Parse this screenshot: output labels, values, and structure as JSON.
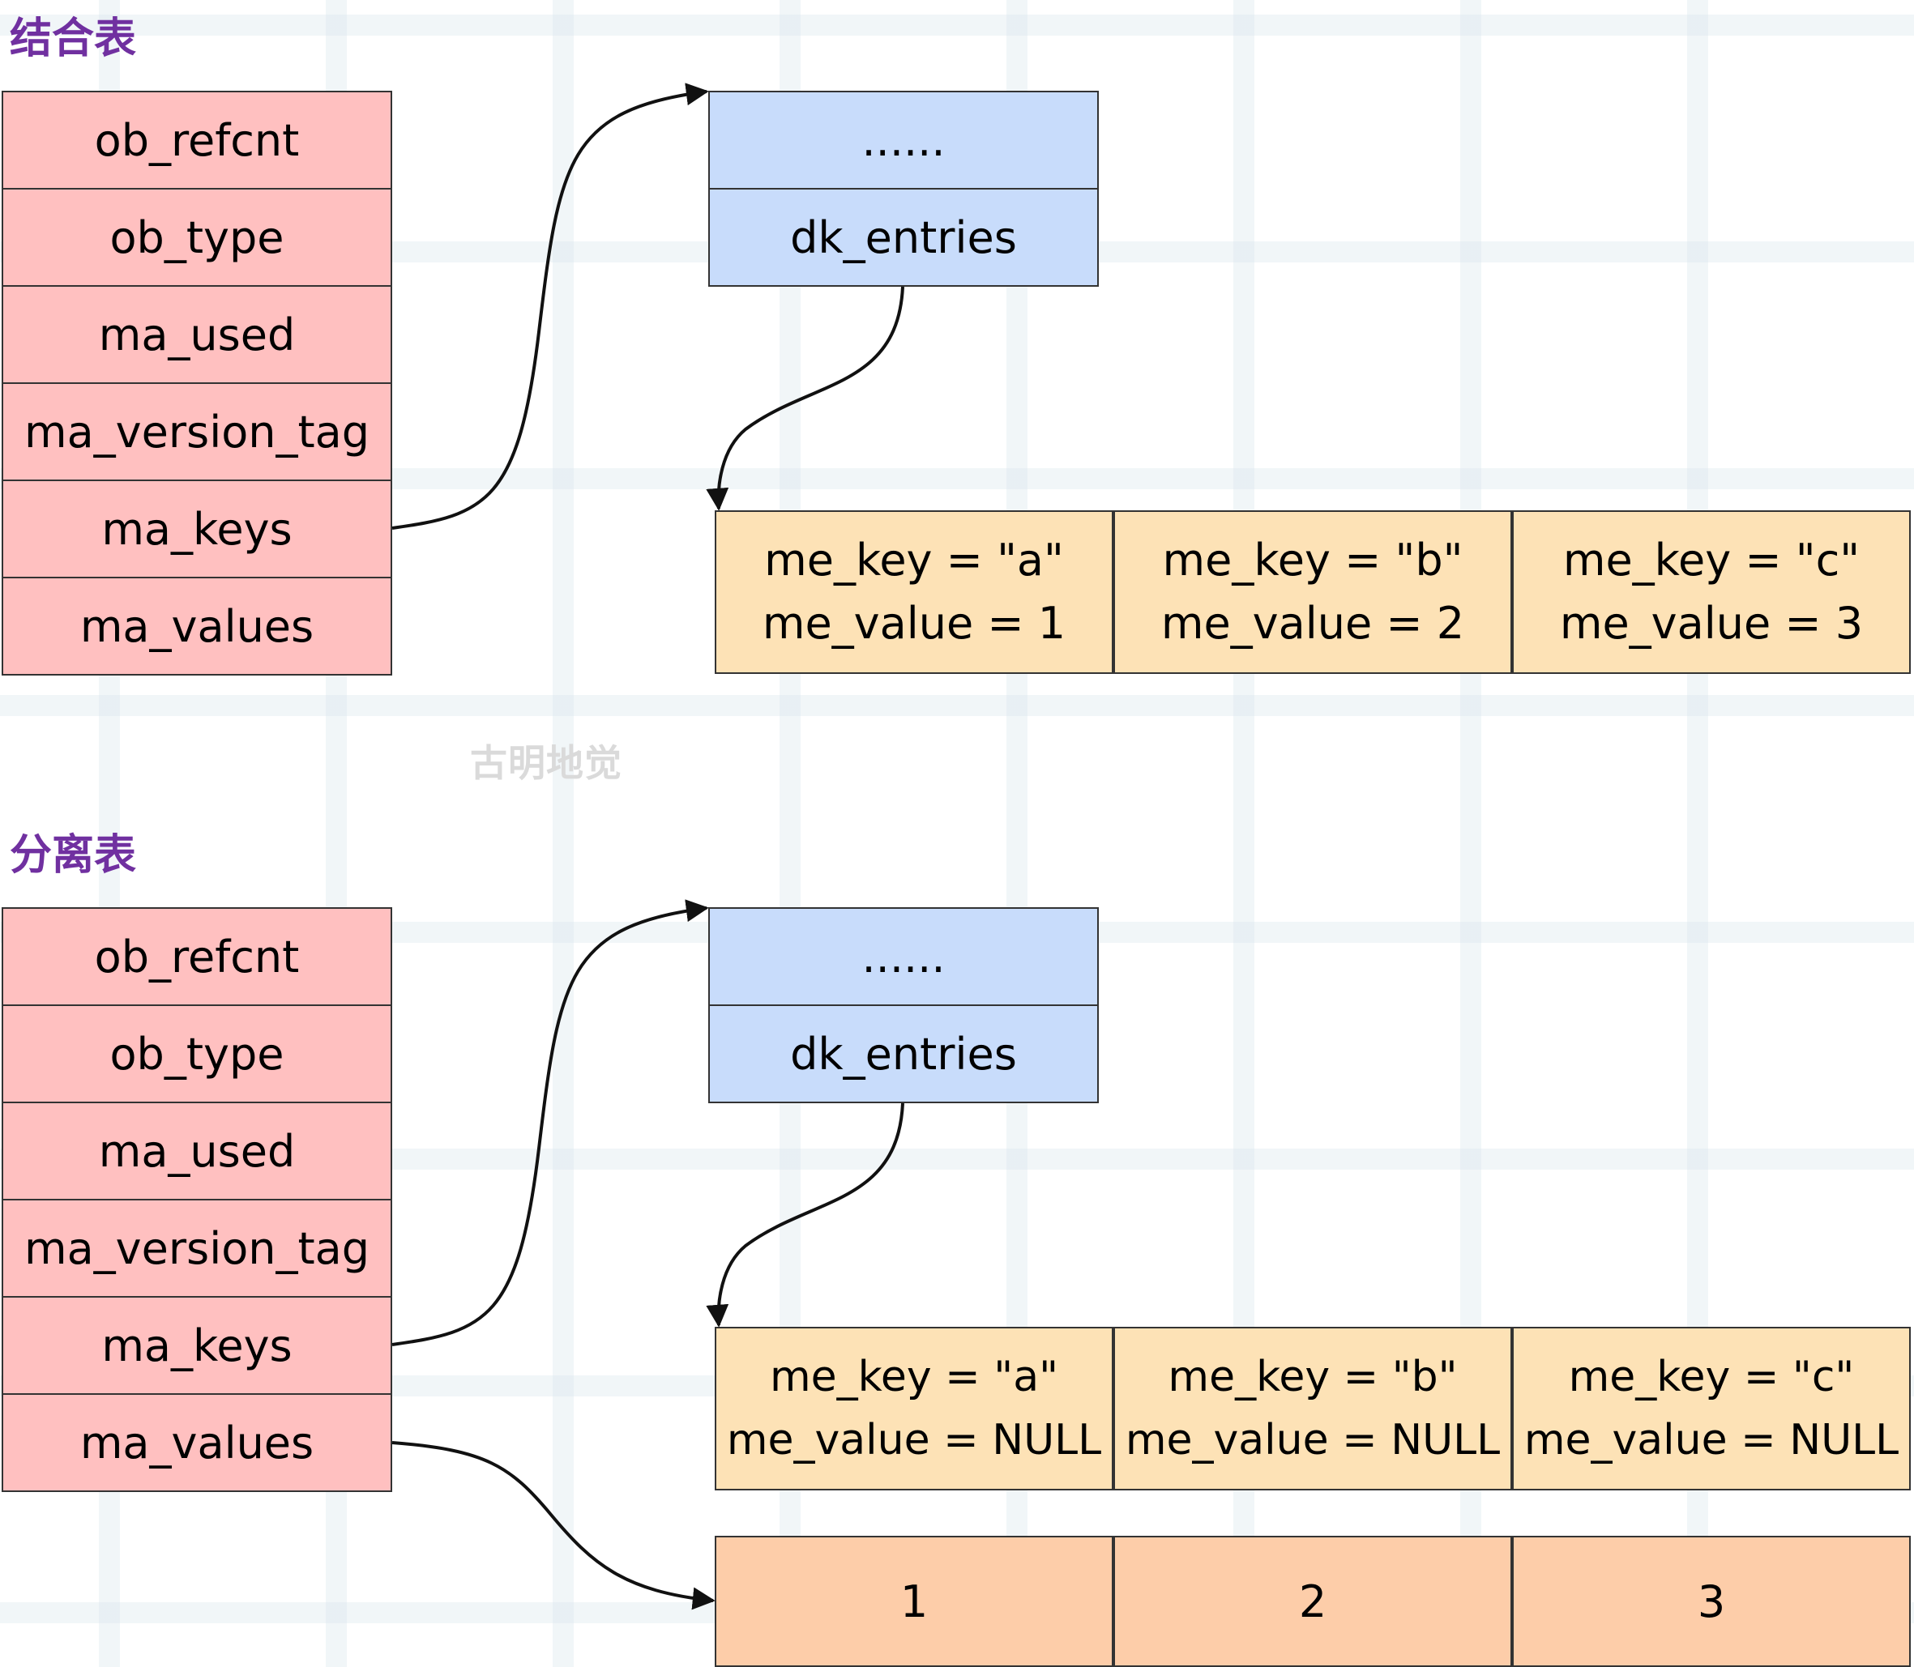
{
  "watermark": "古明地觉",
  "sections": [
    {
      "title": "结合表",
      "struct_fields": [
        "ob_refcnt",
        "ob_type",
        "ma_used",
        "ma_version_tag",
        "ma_keys",
        "ma_values"
      ],
      "keys_object": [
        "......",
        "dk_entries"
      ],
      "entries": [
        {
          "key": "me_key = \"a\"",
          "value": "me_value = 1"
        },
        {
          "key": "me_key = \"b\"",
          "value": "me_value = 2"
        },
        {
          "key": "me_key = \"c\"",
          "value": "me_value = 3"
        }
      ],
      "values_array": []
    },
    {
      "title": "分离表",
      "struct_fields": [
        "ob_refcnt",
        "ob_type",
        "ma_used",
        "ma_version_tag",
        "ma_keys",
        "ma_values"
      ],
      "keys_object": [
        "......",
        "dk_entries"
      ],
      "entries": [
        {
          "key": "me_key = \"a\"",
          "value": "me_value = NULL"
        },
        {
          "key": "me_key = \"b\"",
          "value": "me_value = NULL"
        },
        {
          "key": "me_key = \"c\"",
          "value": "me_value = NULL"
        }
      ],
      "values_array": [
        "1",
        "2",
        "3"
      ]
    }
  ],
  "colors": {
    "title": "#7030a0",
    "struct_fill": "#ffc0c0",
    "keys_fill": "#c8dcfb",
    "entry_fill": "#fde2b6",
    "values_fill": "#fdcda9",
    "stroke": "#333333"
  }
}
